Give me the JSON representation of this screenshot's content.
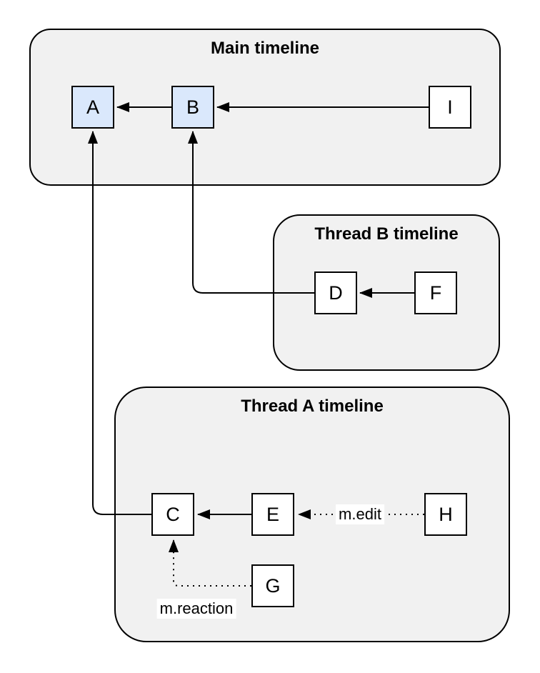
{
  "diagram": {
    "type": "event-graph",
    "containers": [
      {
        "id": "main",
        "title": "Main timeline"
      },
      {
        "id": "thread-b",
        "title": "Thread B timeline"
      },
      {
        "id": "thread-a",
        "title": "Thread A timeline"
      }
    ],
    "nodes": [
      {
        "id": "A",
        "label": "A",
        "container": "main",
        "highlighted": true
      },
      {
        "id": "B",
        "label": "B",
        "container": "main",
        "highlighted": true
      },
      {
        "id": "I",
        "label": "I",
        "container": "main",
        "highlighted": false
      },
      {
        "id": "D",
        "label": "D",
        "container": "thread-b",
        "highlighted": false
      },
      {
        "id": "F",
        "label": "F",
        "container": "thread-b",
        "highlighted": false
      },
      {
        "id": "C",
        "label": "C",
        "container": "thread-a",
        "highlighted": false
      },
      {
        "id": "E",
        "label": "E",
        "container": "thread-a",
        "highlighted": false
      },
      {
        "id": "H",
        "label": "H",
        "container": "thread-a",
        "highlighted": false
      },
      {
        "id": "G",
        "label": "G",
        "container": "thread-a",
        "highlighted": false
      }
    ],
    "edges": [
      {
        "from": "B",
        "to": "A",
        "style": "solid",
        "label": ""
      },
      {
        "from": "I",
        "to": "B",
        "style": "solid",
        "label": ""
      },
      {
        "from": "D",
        "to": "B",
        "style": "solid",
        "label": ""
      },
      {
        "from": "F",
        "to": "D",
        "style": "solid",
        "label": ""
      },
      {
        "from": "C",
        "to": "A",
        "style": "solid",
        "label": ""
      },
      {
        "from": "E",
        "to": "C",
        "style": "solid",
        "label": ""
      },
      {
        "from": "H",
        "to": "E",
        "style": "dotted",
        "label": "m.edit"
      },
      {
        "from": "G",
        "to": "C",
        "style": "dotted",
        "label": "m.reaction"
      }
    ],
    "colors": {
      "container_fill": "#f1f1f1",
      "container_border": "#000000",
      "node_fill": "#ffffff",
      "node_highlight_fill": "#dae8fc",
      "node_border": "#000000",
      "edge_stroke": "#000000",
      "edge_label_bg": "#ffffff",
      "text": "#000000"
    }
  }
}
